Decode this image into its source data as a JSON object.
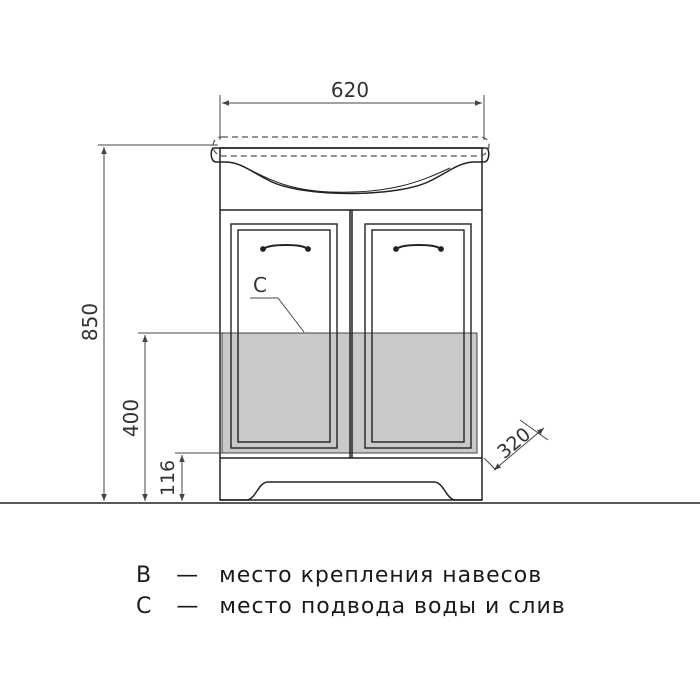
{
  "dimensions": {
    "width": "620",
    "height": "850",
    "connection_height": "400",
    "drain_height": "116",
    "depth": "320"
  },
  "markers": {
    "c": "C"
  },
  "legend": [
    {
      "key": "B",
      "dash": "—",
      "text": "место крепления навесов"
    },
    {
      "key": "C",
      "dash": "—",
      "text": "место подвода воды и слив"
    }
  ],
  "colors": {
    "line": "#222222",
    "dim_line": "#444444",
    "zone_fill": "#c9c9c9",
    "background": "#ffffff"
  }
}
